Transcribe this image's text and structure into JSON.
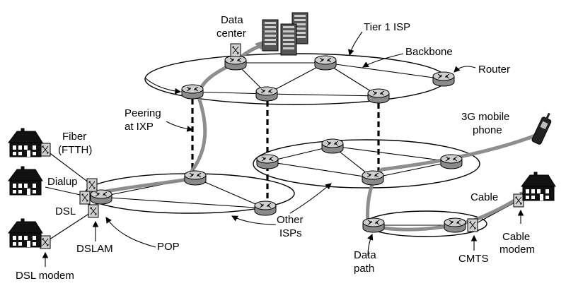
{
  "labels": {
    "data_center": [
      "Data",
      "center"
    ],
    "tier1": "Tier 1 ISP",
    "backbone": "Backbone",
    "router": "Router",
    "peering": [
      "Peering",
      "at IXP"
    ],
    "fiber": [
      "Fiber",
      "(FTTH)"
    ],
    "dialup": "Dialup",
    "dsl": "DSL",
    "dslam": "DSLAM",
    "pop": "POP",
    "dsl_modem": "DSL modem",
    "other_isps": [
      "Other",
      "ISPs"
    ],
    "phone": [
      "3G mobile",
      "phone"
    ],
    "cable": "Cable",
    "cable_modem": [
      "Cable",
      "modem"
    ],
    "cmts": "CMTS",
    "data_path": [
      "Data",
      "path"
    ]
  },
  "colors": {
    "data_path": "#888888",
    "router_fill": "#b9b9b9",
    "house": "#111111"
  }
}
